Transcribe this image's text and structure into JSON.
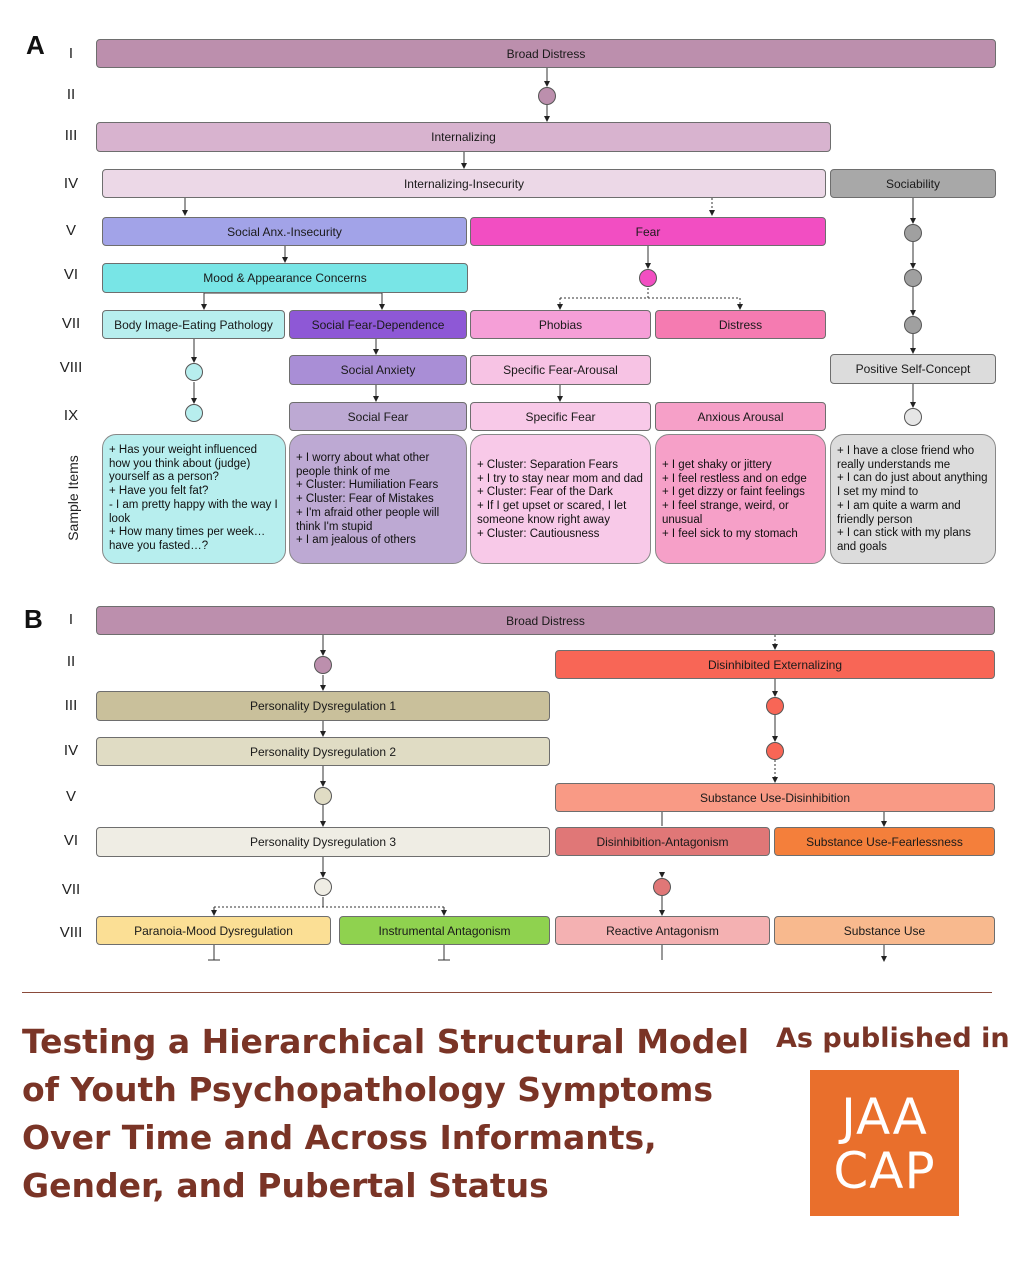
{
  "panels": {
    "a": "A",
    "b": "B"
  },
  "levels_a": [
    "I",
    "II",
    "III",
    "IV",
    "V",
    "VI",
    "VII",
    "VIII",
    "IX"
  ],
  "levels_b": [
    "I",
    "II",
    "III",
    "IV",
    "V",
    "VI",
    "VII",
    "VIII"
  ],
  "sample_items_label": "Sample Items",
  "colors": {
    "broad_distress": "#bc8fad",
    "internalizing": "#d8b3cf",
    "internalizing_insecurity": "#ecd8e7",
    "sociability": "#a8a8a8",
    "social_anx": "#a2a3e8",
    "fear": "#f24ec2",
    "mood_appearance": "#78e5e6",
    "body_image": "#b7eeee",
    "social_fear_dependence": "#8e58d6",
    "phobias": "#f59fd7",
    "distress": "#f57bb1",
    "social_anxiety": "#a98ed6",
    "social_fear": "#bda9d3",
    "specific_fear_arousal": "#f7c3e4",
    "specific_fear": "#f8c9e8",
    "anxious_arousal": "#f6a0c8",
    "positive_self": "#dcdcdc",
    "disinhibited_ext": "#f86656",
    "pd1": "#c9c09b",
    "pd2": "#e0dcc4",
    "pd3": "#efede4",
    "sud": "#f99a85",
    "dis_ant": "#e07777",
    "su_fear": "#f47f3b",
    "paranoia": "#fbdf95",
    "instrumental": "#8fd24f",
    "reactive": "#f4b1b2",
    "substance_use": "#f8b98e",
    "title_text": "#7a3426",
    "logo_bg": "#e96f2c"
  },
  "nodes_a": {
    "broad_distress": "Broad Distress",
    "internalizing": "Internalizing",
    "internalizing_insecurity": "Internalizing-Insecurity",
    "sociability": "Sociability",
    "social_anx_insecurity": "Social Anx.-Insecurity",
    "fear": "Fear",
    "mood_appearance": "Mood & Appearance Concerns",
    "body_image": "Body Image-Eating Pathology",
    "social_fear_dependence": "Social Fear-Dependence",
    "phobias": "Phobias",
    "distress": "Distress",
    "social_anxiety": "Social Anxiety",
    "specific_fear_arousal": "Specific Fear-Arousal",
    "positive_self_concept": "Positive Self-Concept",
    "social_fear": "Social Fear",
    "specific_fear": "Specific Fear",
    "anxious_arousal": "Anxious Arousal"
  },
  "samples": {
    "body_image": [
      "+ Has your weight influenced",
      "how you think about (judge)",
      "yourself as a person?",
      "+ Have you felt fat?",
      "- I am pretty happy with the way I",
      "look",
      "+ How many times per week…",
      "have you fasted…?"
    ],
    "social_fear": [
      "+ I worry about what other",
      "people think of me",
      "+ Cluster: Humiliation Fears",
      "+ Cluster: Fear of Mistakes",
      "+ I'm afraid other people will",
      "think I'm stupid",
      "+ I am jealous of others"
    ],
    "specific_fear": [
      "+ Cluster: Separation Fears",
      "+ I try to stay near mom and dad",
      "+ Cluster: Fear of the Dark",
      "+ If I get upset or scared, I let",
      "someone know right away",
      "+ Cluster: Cautiousness"
    ],
    "anxious_arousal": [
      "+ I get shaky or jittery",
      "+ I feel restless and on edge",
      "+ I get dizzy or faint feelings",
      "+ I feel strange, weird, or",
      "unusual",
      "+ I feel sick to my stomach"
    ],
    "positive_self": [
      "+ I have a close friend who",
      "really understands me",
      "+ I can do just about anything",
      "I set my mind to",
      "+ I am quite a warm and",
      "friendly person",
      "+ I can stick with my plans",
      "and goals"
    ]
  },
  "nodes_b": {
    "broad_distress": "Broad Distress",
    "disinhibited_externalizing": "Disinhibited Externalizing",
    "personality_dysregulation_1": "Personality Dysregulation 1",
    "personality_dysregulation_2": "Personality Dysregulation 2",
    "substance_use_disinhibition": "Substance Use-Disinhibition",
    "personality_dysregulation_3": "Personality Dysregulation 3",
    "disinhibition_antagonism": "Disinhibition-Antagonism",
    "substance_use_fearlessness": "Substance Use-Fearlessness",
    "paranoia_mood": "Paranoia-Mood Dysregulation",
    "instrumental_antagonism": "Instrumental Antagonism",
    "reactive_antagonism": "Reactive Antagonism",
    "substance_use": "Substance Use"
  },
  "title": "Testing a Hierarchical Structural Model of Youth Psychopathology Symptoms Over Time and Across Informants, Gender, and Pubertal Status",
  "published_in": "As published in",
  "logo": {
    "line1": "JAA",
    "line2": "CAP"
  }
}
